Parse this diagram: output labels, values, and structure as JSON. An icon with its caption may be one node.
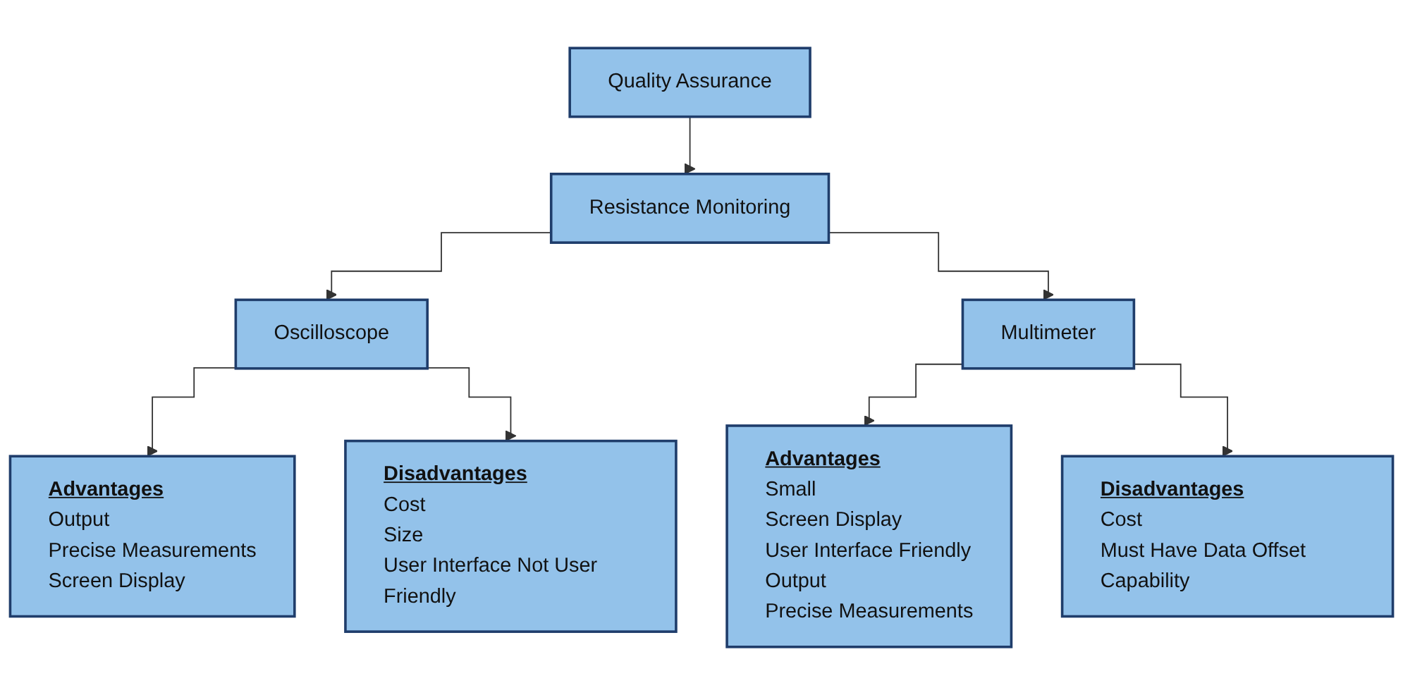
{
  "diagram": {
    "nodes": [
      {
        "text": [
          "Quality Assurance"
        ]
      },
      {
        "text": [
          "Resistance Monitoring"
        ]
      },
      {
        "text": [
          "Oscilloscope"
        ]
      },
      {
        "text": [
          "Multimeter"
        ]
      },
      {
        "text": [
          "Advantages",
          "Output",
          "Precise Measurements",
          "Screen Display"
        ]
      },
      {
        "text": [
          "Disadvantages",
          "Cost",
          "Size",
          "User Interface Not User Friendly"
        ]
      },
      {
        "text": [
          "Advantages",
          "Small",
          "Screen Display",
          "User Interface Friendly",
          "Output",
          "Precise Measurements"
        ]
      },
      {
        "text": [
          "Disadvantages",
          "Cost",
          "Must Have Data Offset Capability"
        ]
      }
    ],
    "edges": [
      {
        "from": 0,
        "to": 1,
        "arrow": "to"
      },
      {
        "from": 1,
        "to": 2,
        "arrow": "to"
      },
      {
        "from": 1,
        "to": 3,
        "arrow": "to"
      },
      {
        "from": 2,
        "to": 4,
        "arrow": "to"
      },
      {
        "from": 2,
        "to": 5,
        "arrow": "to"
      },
      {
        "from": 3,
        "to": 6,
        "arrow": "to"
      },
      {
        "from": 3,
        "to": 7,
        "arrow": "to"
      }
    ]
  }
}
